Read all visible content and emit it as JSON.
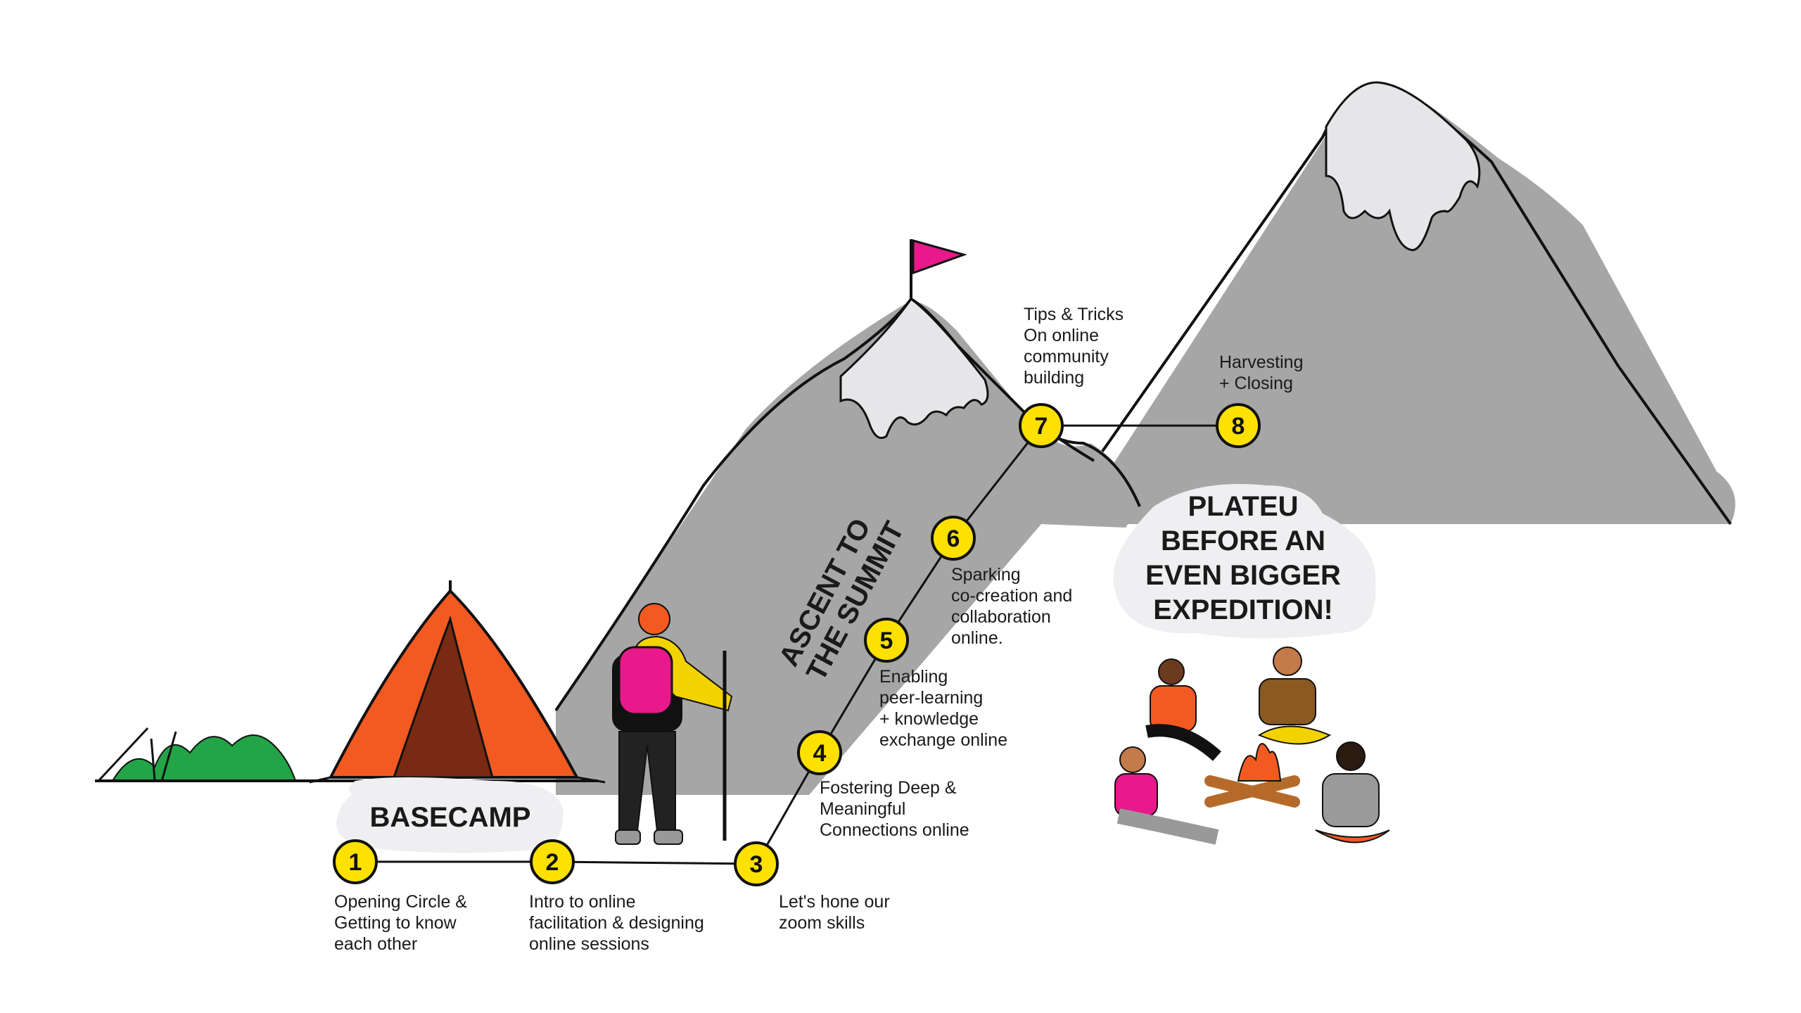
{
  "basecamp_label": "BASECAMP",
  "ascent_label": [
    "ASCENT TO",
    "THE SUMMIT"
  ],
  "plateau_label": [
    "PLATEU",
    "BEFORE AN",
    "EVEN BIGGER",
    "EXPEDITION!"
  ],
  "steps": [
    {
      "number": "1",
      "text": [
        "Opening Circle &",
        "Getting to know",
        "each other"
      ]
    },
    {
      "number": "2",
      "text": [
        "Intro to online",
        "facilitation & designing",
        "online sessions"
      ]
    },
    {
      "number": "3",
      "text": [
        "Let's hone our",
        "zoom skills"
      ]
    },
    {
      "number": "4",
      "text": [
        "Fostering Deep &",
        "Meaningful",
        "Connections online"
      ]
    },
    {
      "number": "5",
      "text": [
        "Enabling",
        "peer-learning",
        "+ knowledge",
        "exchange online"
      ]
    },
    {
      "number": "6",
      "text": [
        "Sparking",
        "co-creation and",
        "collaboration",
        "online."
      ]
    },
    {
      "number": "7",
      "text": [
        "Tips & Tricks",
        "On online",
        "community",
        "building"
      ]
    },
    {
      "number": "8",
      "text": [
        "Harvesting",
        "+ Closing"
      ]
    }
  ],
  "colors": {
    "mountain": "#a6a6a6",
    "snow": "#e6e6e9",
    "marker": "#ffe100",
    "tent": "#f25a22",
    "flag": "#e8198b",
    "bush": "#22a447",
    "bubble": "#efeff2"
  }
}
